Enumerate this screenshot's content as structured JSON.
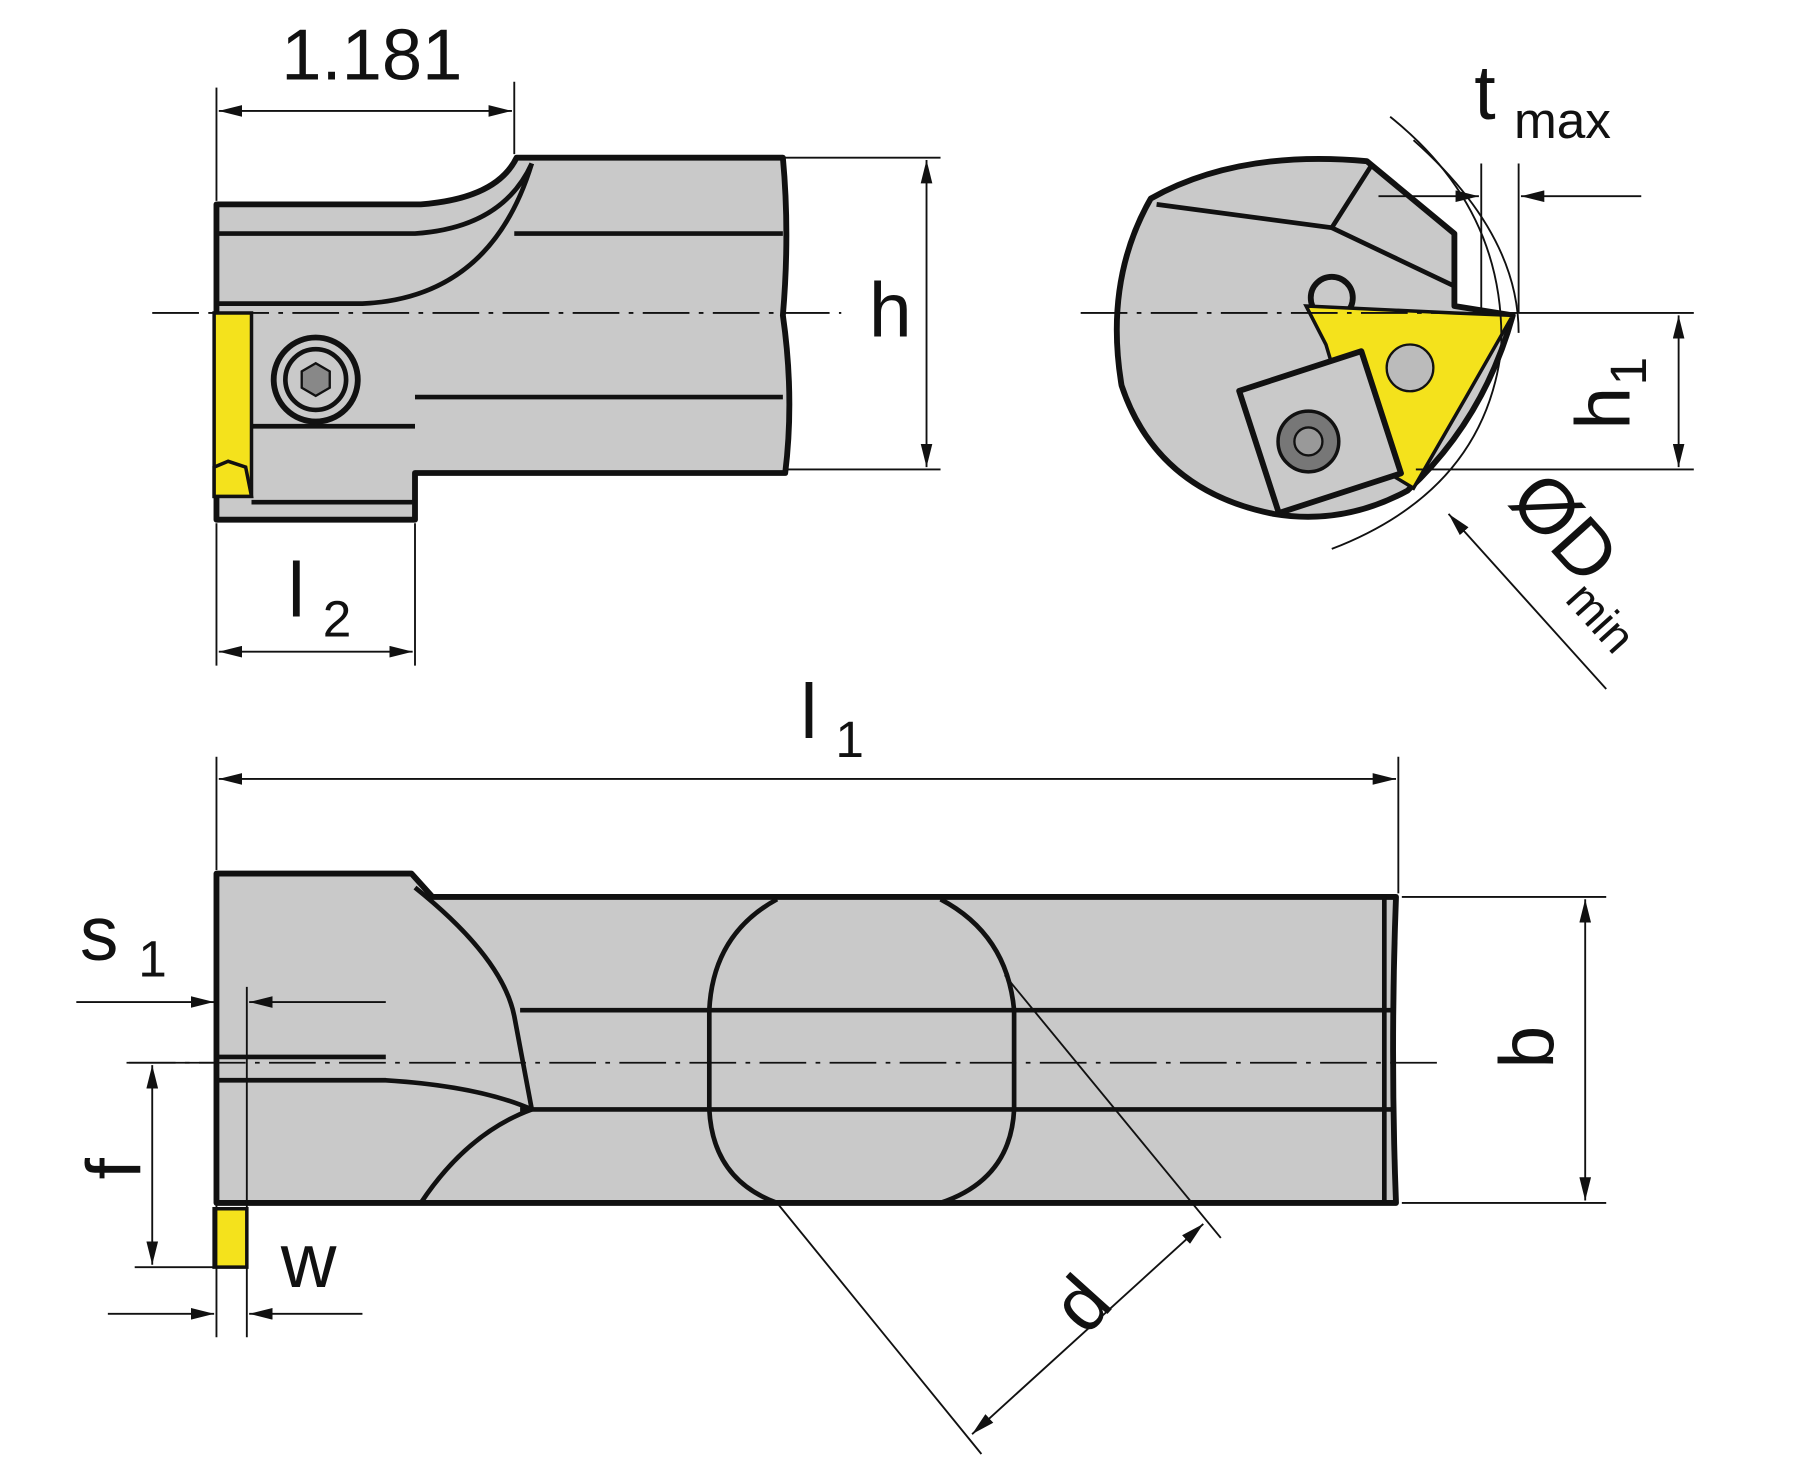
{
  "colors": {
    "body": "#c9c9c9",
    "insert": "#f4e21c",
    "line": "#111111"
  },
  "labels": {
    "width_value": "1.181",
    "h": "h",
    "t": "t",
    "t_sub": "max",
    "h1": "h",
    "h1_sub": "1",
    "D": "ØD",
    "D_sub": "min",
    "l2": "l",
    "l2_sub": "2",
    "l1": "l",
    "l1_sub": "1",
    "s1": "s",
    "s1_sub": "1",
    "b": "b",
    "f": "f",
    "w": "w",
    "d": "d"
  }
}
